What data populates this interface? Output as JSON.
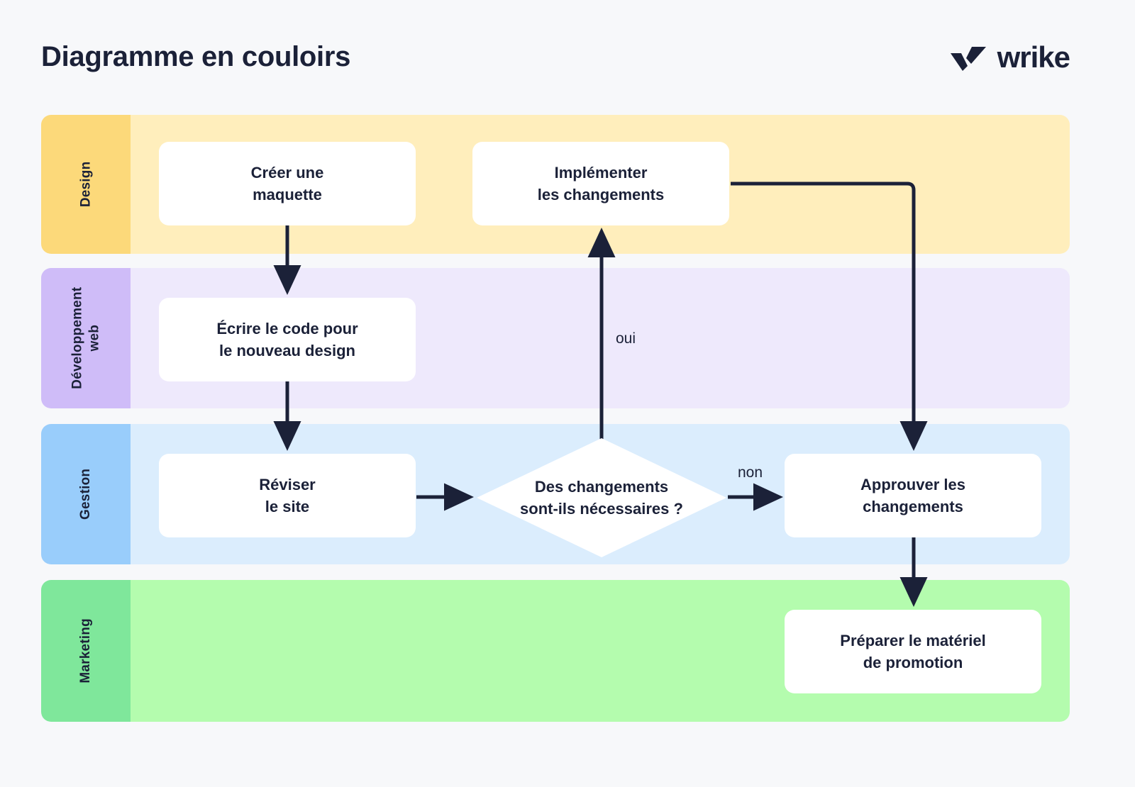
{
  "header": {
    "title": "Diagramme en couloirs",
    "brand": {
      "wordmark": "wrike",
      "mark_icon": "wrike-checkmark-icon"
    }
  },
  "colors": {
    "page_background": "#f7f8fa",
    "text": "#1b2138",
    "connector": "#1b2138",
    "node_fill": "#ffffff",
    "lane_design_header": "#fcd97a",
    "lane_design_body": "#ffeebc",
    "lane_development_header": "#cfbcf8",
    "lane_development_body": "#eee9fc",
    "lane_management_header": "#99cdfb",
    "lane_management_body": "#dbedfd",
    "lane_marketing_header": "#7fe79b",
    "lane_marketing_body": "#b4fcae"
  },
  "lanes": [
    {
      "id": "design",
      "label": "Design",
      "label_lines": [
        "Design"
      ]
    },
    {
      "id": "development",
      "label": "Développement web",
      "label_lines": [
        "Développement",
        "web"
      ]
    },
    {
      "id": "management",
      "label": "Gestion",
      "label_lines": [
        "Gestion"
      ]
    },
    {
      "id": "marketing",
      "label": "Marketing",
      "label_lines": [
        "Marketing"
      ]
    }
  ],
  "nodes": [
    {
      "id": "create-mockup",
      "lane": "design",
      "type": "process",
      "label": "Créer une maquette",
      "lines": [
        "Créer une",
        "maquette"
      ]
    },
    {
      "id": "implement-changes",
      "lane": "design",
      "type": "process",
      "label": "Implémenter les changements",
      "lines": [
        "Implémenter",
        "les changements"
      ]
    },
    {
      "id": "write-code",
      "lane": "development",
      "type": "process",
      "label": "Écrire le code pour le nouveau design",
      "lines": [
        "Écrire le code pour",
        "le nouveau design"
      ]
    },
    {
      "id": "review-site",
      "lane": "management",
      "type": "process",
      "label": "Réviser le site",
      "lines": [
        "Réviser",
        "le site"
      ]
    },
    {
      "id": "decision-changes",
      "lane": "management",
      "type": "decision",
      "label": "Des changements sont-ils nécessaires ?",
      "lines": [
        "Des changements",
        "sont-ils nécessaires ?"
      ]
    },
    {
      "id": "approve-changes",
      "lane": "management",
      "type": "process",
      "label": "Approuver les changements",
      "lines": [
        "Approuver les",
        "changements"
      ]
    },
    {
      "id": "prepare-promo",
      "lane": "marketing",
      "type": "process",
      "label": "Préparer le matériel de promotion",
      "lines": [
        "Préparer le matériel",
        "de promotion"
      ]
    }
  ],
  "edges": [
    {
      "id": "e1",
      "from": "create-mockup",
      "to": "write-code",
      "label": ""
    },
    {
      "id": "e2",
      "from": "write-code",
      "to": "review-site",
      "label": ""
    },
    {
      "id": "e3",
      "from": "review-site",
      "to": "decision-changes",
      "label": ""
    },
    {
      "id": "e4",
      "from": "decision-changes",
      "to": "implement-changes",
      "label": "oui"
    },
    {
      "id": "e5",
      "from": "decision-changes",
      "to": "approve-changes",
      "label": "non"
    },
    {
      "id": "e6",
      "from": "implement-changes",
      "to": "approve-changes",
      "label": ""
    },
    {
      "id": "e7",
      "from": "approve-changes",
      "to": "prepare-promo",
      "label": ""
    }
  ],
  "edge_labels": {
    "yes": "oui",
    "no": "non"
  }
}
